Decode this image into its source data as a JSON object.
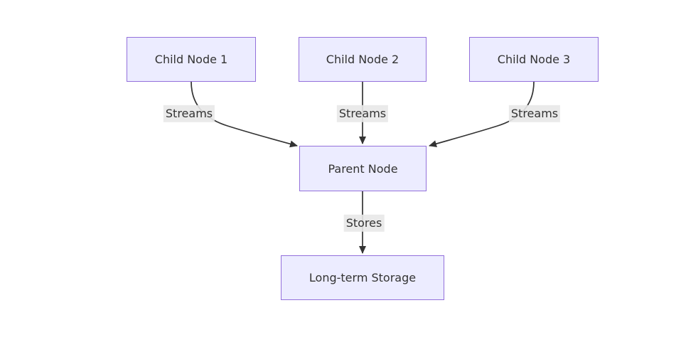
{
  "diagram": {
    "type": "flowchart",
    "direction": "top-down",
    "nodes": {
      "child1": {
        "label": "Child Node 1"
      },
      "child2": {
        "label": "Child Node 2"
      },
      "child3": {
        "label": "Child Node 3"
      },
      "parent": {
        "label": "Parent Node"
      },
      "storage": {
        "label": "Long-term Storage"
      }
    },
    "edges": [
      {
        "from": "child1",
        "to": "parent",
        "label": "Streams"
      },
      {
        "from": "child2",
        "to": "parent",
        "label": "Streams"
      },
      {
        "from": "child3",
        "to": "parent",
        "label": "Streams"
      },
      {
        "from": "parent",
        "to": "storage",
        "label": "Stores"
      }
    ],
    "colors": {
      "background": "#ffffff",
      "node_fill": "#ECECFF",
      "node_border": "#9370DB",
      "text": "#333333",
      "edge": "#333333",
      "edge_label_bg": "#e8e8e8"
    }
  }
}
